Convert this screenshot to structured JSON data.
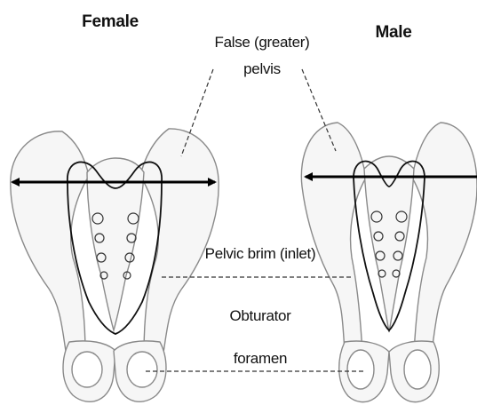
{
  "titles": {
    "female": "Female",
    "male": "Male"
  },
  "labels": {
    "false_pelvis_line1": "False (greater)",
    "false_pelvis_line2": "pelvis",
    "pelvic_brim": "Pelvic brim (inlet)",
    "obturator_line1": "Obturator",
    "obturator_line2": "foramen"
  },
  "colors": {
    "outline": "#8a8a8a",
    "bone_fill": "#f6f6f6",
    "inner_outline": "#111111",
    "arrow": "#000000",
    "leader": "#333333"
  }
}
